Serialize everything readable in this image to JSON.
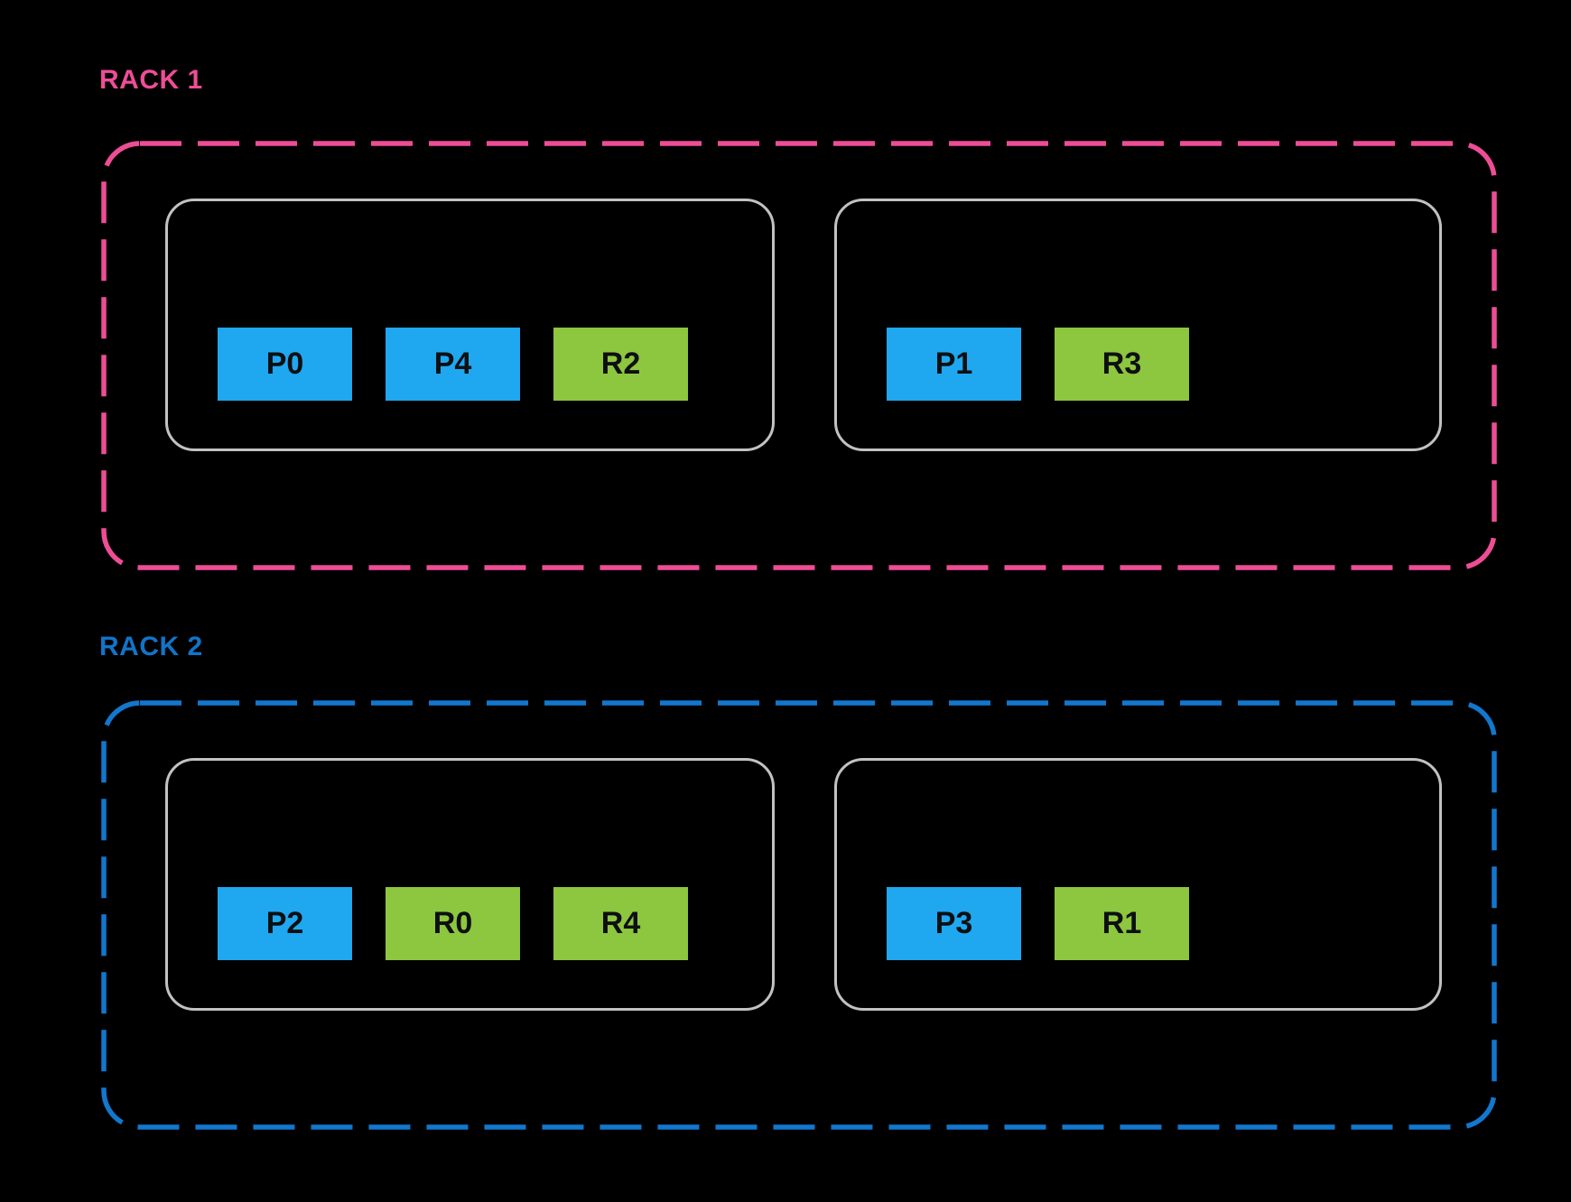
{
  "diagram": {
    "background_color": "#000000",
    "colors": {
      "partition_fill": "#1FA7F0",
      "replica_fill": "#8DC63F",
      "host_border": "#C2C2C2",
      "slot_text": "#0D0F12"
    },
    "racks": [
      {
        "label": "RACK 1",
        "label_color": "#EE4D96",
        "border_color": "#EE4D96",
        "hosts": [
          {
            "slots": [
              {
                "label": "P0",
                "type": "partition"
              },
              {
                "label": "P4",
                "type": "partition"
              },
              {
                "label": "R2",
                "type": "replica"
              }
            ]
          },
          {
            "slots": [
              {
                "label": "P1",
                "type": "partition"
              },
              {
                "label": "R3",
                "type": "replica"
              }
            ]
          }
        ]
      },
      {
        "label": "RACK 2",
        "label_color": "#1174C8",
        "border_color": "#1277CE",
        "hosts": [
          {
            "slots": [
              {
                "label": "P2",
                "type": "partition"
              },
              {
                "label": "R0",
                "type": "replica"
              },
              {
                "label": "R4",
                "type": "replica"
              }
            ]
          },
          {
            "slots": [
              {
                "label": "P3",
                "type": "partition"
              },
              {
                "label": "R1",
                "type": "replica"
              }
            ]
          }
        ]
      }
    ]
  }
}
